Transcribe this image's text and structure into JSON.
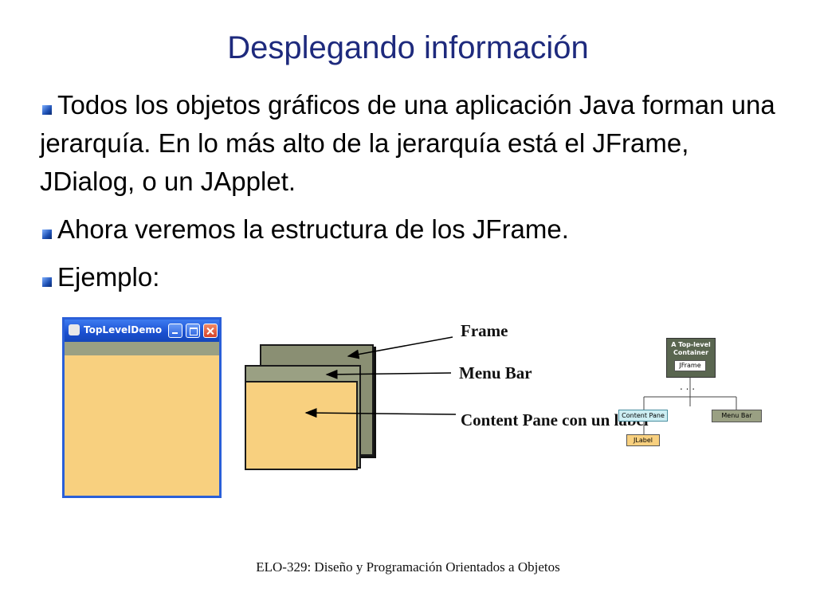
{
  "slide": {
    "title": "Desplegando información",
    "bullets": [
      "Todos los objetos gráficos de una aplicación Java forman una jerarquía. En lo más alto de la jerarquía está el JFrame, JDialog, o un JApplet.",
      "Ahora veremos la estructura de los JFrame.",
      "Ejemplo:"
    ],
    "footer": "ELO-329: Diseño y Programación Orientados a Objetos"
  },
  "example_window": {
    "title": "TopLevelDemo",
    "content_color": "#f8d07f",
    "menubar_color": "#9aa083",
    "titlebar_color": "#2a5fd8"
  },
  "layer_diagram": {
    "labels": {
      "frame": "Frame",
      "menu_bar": "Menu Bar",
      "content_pane": "Content Pane con un label"
    }
  },
  "hierarchy": {
    "root_label": "A Top-level Container",
    "root_child": "JFrame",
    "ellipsis": ". . .",
    "content_pane": "Content Pane",
    "menu_bar": "Menu Bar",
    "jlabel": "JLabel"
  }
}
